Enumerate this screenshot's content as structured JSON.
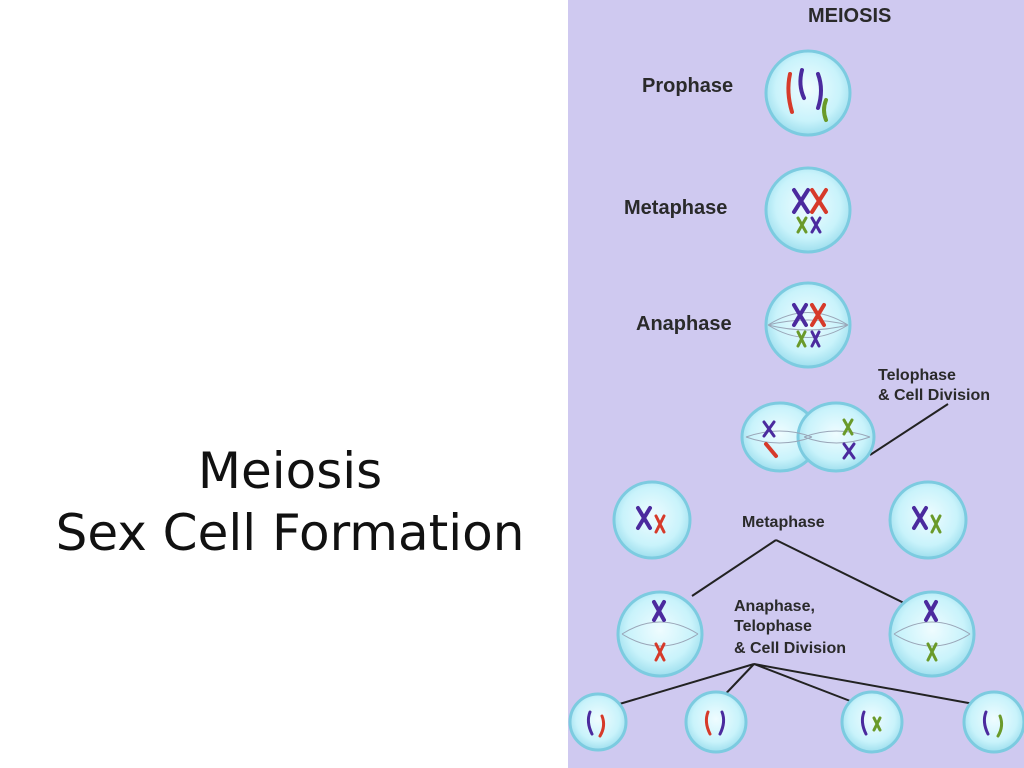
{
  "slide": {
    "title_line1": "Meiosis",
    "title_line2": "Sex Cell Formation"
  },
  "diagram": {
    "heading": "MEIOSIS",
    "labels": {
      "prophase": "Prophase",
      "metaphase1": "Metaphase",
      "anaphase1": "Anaphase",
      "telophase1_line1": "Telophase",
      "telophase1_line2": "& Cell Division",
      "metaphase2": "Metaphase",
      "anaphase2_line1": "Anaphase,",
      "anaphase2_line2": "Telophase",
      "anaphase2_line3": "& Cell Division"
    },
    "colors": {
      "panel": "#cfc9f0",
      "cell_fill": "#c9f3fb",
      "cell_edge": "#6fc8dc",
      "chrom_purple": "#4b2a9e",
      "chrom_red": "#d63a2a",
      "chrom_green": "#6a9a2a"
    }
  }
}
